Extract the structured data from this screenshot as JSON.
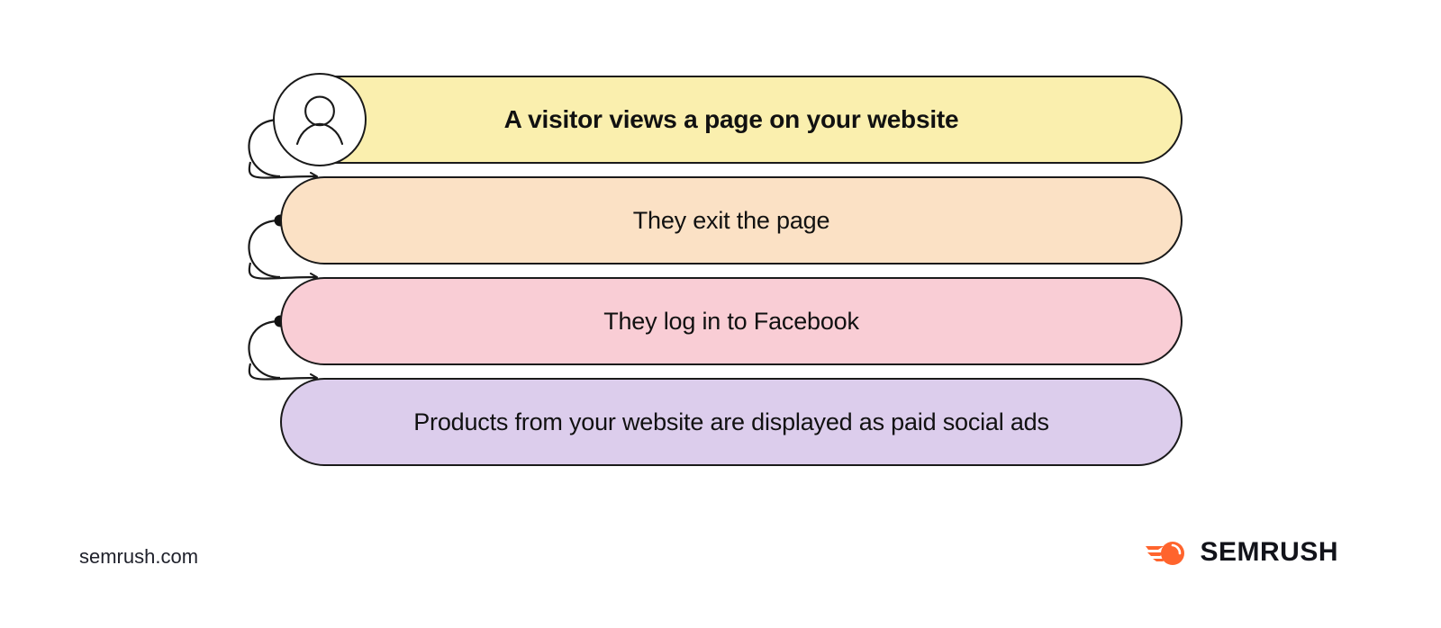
{
  "diagram": {
    "type": "vertical-flow",
    "steps": [
      {
        "id": "step-1",
        "label": "A visitor views a page on your website",
        "color": "#faefae",
        "emphasis": "bold",
        "has_avatar": true
      },
      {
        "id": "step-2",
        "label": "They exit the page",
        "color": "#fbe1c5",
        "emphasis": "regular",
        "has_avatar": false
      },
      {
        "id": "step-3",
        "label": "They log in to Facebook",
        "color": "#f9cdd5",
        "emphasis": "regular",
        "has_avatar": false
      },
      {
        "id": "step-4",
        "label": "Products from your website are displayed as paid social ads",
        "color": "#dccdec",
        "emphasis": "regular",
        "has_avatar": false
      }
    ],
    "connectors": [
      {
        "from": "step-1",
        "to": "step-2",
        "style": "looping-arrow"
      },
      {
        "from": "step-2",
        "to": "step-3",
        "style": "looping-arrow"
      },
      {
        "from": "step-3",
        "to": "step-4",
        "style": "looping-arrow"
      }
    ],
    "stroke_color": "#1a1a1a",
    "background": "#ffffff"
  },
  "footer": {
    "site_url": "semrush.com",
    "brand_name": "SEMRUSH",
    "brand_color": "#ff642d",
    "brand_text_color": "#12131a"
  },
  "icons": {
    "person": "person-icon",
    "comet": "semrush-comet-icon"
  }
}
